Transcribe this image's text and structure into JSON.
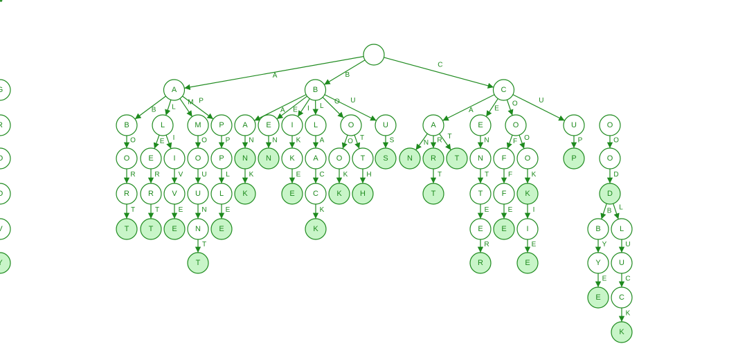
{
  "diagram": {
    "type": "trie",
    "colors": {
      "stroke": "#1e8a1e",
      "terminal_fill": "#c8f5c8",
      "node_fill": "#ffffff"
    },
    "tree": {
      "letter": "",
      "children": [
        {
          "letter": "A",
          "children": [
            {
              "letter": "B",
              "children": [
                {
                  "letter": "O",
                  "children": [
                    {
                      "letter": "R",
                      "children": [
                        {
                          "letter": "T",
                          "terminal": true,
                          "children": []
                        }
                      ]
                    }
                  ]
                }
              ]
            },
            {
              "letter": "L",
              "children": [
                {
                  "letter": "E",
                  "children": [
                    {
                      "letter": "R",
                      "children": [
                        {
                          "letter": "T",
                          "terminal": true,
                          "children": []
                        }
                      ]
                    }
                  ]
                },
                {
                  "letter": "I",
                  "children": [
                    {
                      "letter": "V",
                      "children": [
                        {
                          "letter": "E",
                          "terminal": true,
                          "children": []
                        }
                      ]
                    }
                  ]
                }
              ]
            },
            {
              "letter": "M",
              "children": [
                {
                  "letter": "O",
                  "children": [
                    {
                      "letter": "U",
                      "children": [
                        {
                          "letter": "N",
                          "children": [
                            {
                              "letter": "T",
                              "terminal": true,
                              "children": []
                            }
                          ]
                        }
                      ]
                    }
                  ]
                }
              ]
            },
            {
              "letter": "P",
              "children": [
                {
                  "letter": "P",
                  "children": [
                    {
                      "letter": "L",
                      "children": [
                        {
                          "letter": "E",
                          "terminal": true,
                          "children": []
                        }
                      ]
                    }
                  ]
                }
              ]
            }
          ]
        },
        {
          "letter": "B",
          "children": [
            {
              "letter": "A",
              "children": [
                {
                  "letter": "N",
                  "terminal": true,
                  "children": [
                    {
                      "letter": "K",
                      "terminal": true,
                      "children": []
                    }
                  ]
                }
              ]
            },
            {
              "letter": "E",
              "children": [
                {
                  "letter": "N",
                  "terminal": true,
                  "children": []
                }
              ]
            },
            {
              "letter": "I",
              "children": [
                {
                  "letter": "K",
                  "children": [
                    {
                      "letter": "E",
                      "terminal": true,
                      "children": []
                    }
                  ]
                }
              ]
            },
            {
              "letter": "L",
              "children": [
                {
                  "letter": "A",
                  "children": [
                    {
                      "letter": "C",
                      "children": [
                        {
                          "letter": "K",
                          "terminal": true,
                          "children": []
                        }
                      ]
                    }
                  ]
                }
              ]
            },
            {
              "letter": "O",
              "children": [
                {
                  "letter": "O",
                  "children": [
                    {
                      "letter": "K",
                      "terminal": true,
                      "children": []
                    }
                  ]
                },
                {
                  "letter": "T",
                  "children": [
                    {
                      "letter": "H",
                      "terminal": true,
                      "children": []
                    }
                  ]
                }
              ]
            },
            {
              "letter": "U",
              "children": [
                {
                  "letter": "S",
                  "terminal": true,
                  "children": []
                }
              ]
            }
          ]
        },
        {
          "letter": "C",
          "children": [
            {
              "letter": "A",
              "children": [
                {
                  "letter": "N",
                  "terminal": true,
                  "children": []
                },
                {
                  "letter": "R",
                  "terminal": true,
                  "children": [
                    {
                      "letter": "T",
                      "terminal": true,
                      "children": []
                    }
                  ]
                },
                {
                  "letter": "T",
                  "terminal": true,
                  "children": []
                }
              ]
            },
            {
              "letter": "E",
              "children": [
                {
                  "letter": "N",
                  "children": [
                    {
                      "letter": "T",
                      "children": [
                        {
                          "letter": "E",
                          "children": [
                            {
                              "letter": "R",
                              "terminal": true,
                              "children": []
                            }
                          ]
                        }
                      ]
                    }
                  ]
                }
              ]
            },
            {
              "letter": "O",
              "children": [
                {
                  "letter": "F",
                  "children": [
                    {
                      "letter": "F",
                      "children": [
                        {
                          "letter": "E",
                          "terminal": true,
                          "children": []
                        }
                      ]
                    }
                  ]
                },
                {
                  "letter": "O",
                  "children": [
                    {
                      "letter": "K",
                      "terminal": true,
                      "children": [
                        {
                          "letter": "I",
                          "children": [
                            {
                              "letter": "E",
                              "terminal": true,
                              "children": []
                            }
                          ]
                        }
                      ]
                    }
                  ]
                }
              ]
            },
            {
              "letter": "U",
              "children": [
                {
                  "letter": "P",
                  "terminal": true,
                  "children": []
                }
              ]
            }
          ]
        },
        {
          "letter": "G",
          "children": [
            {
              "letter": "O",
              "children": [
                {
                  "letter": "O",
                  "children": [
                    {
                      "letter": "D",
                      "terminal": true,
                      "children": [
                        {
                          "letter": "B",
                          "children": [
                            {
                              "letter": "Y",
                              "children": [
                                {
                                  "letter": "E",
                                  "terminal": true,
                                  "children": []
                                }
                              ]
                            }
                          ]
                        },
                        {
                          "letter": "L",
                          "children": [
                            {
                              "letter": "U",
                              "children": [
                                {
                                  "letter": "C",
                                  "children": [
                                    {
                                      "letter": "K",
                                      "terminal": true,
                                      "children": []
                                    }
                                  ]
                                }
                              ]
                            }
                          ]
                        }
                      ]
                    }
                  ]
                }
              ]
            },
            {
              "letter": "R",
              "children": [
                {
                  "letter": "O",
                  "children": [
                    {
                      "letter": "O",
                      "children": [
                        {
                          "letter": "V",
                          "children": [
                            {
                              "letter": "Y",
                              "terminal": true,
                              "children": []
                            }
                          ]
                        }
                      ]
                    }
                  ]
                }
              ]
            }
          ]
        }
      ]
    }
  }
}
